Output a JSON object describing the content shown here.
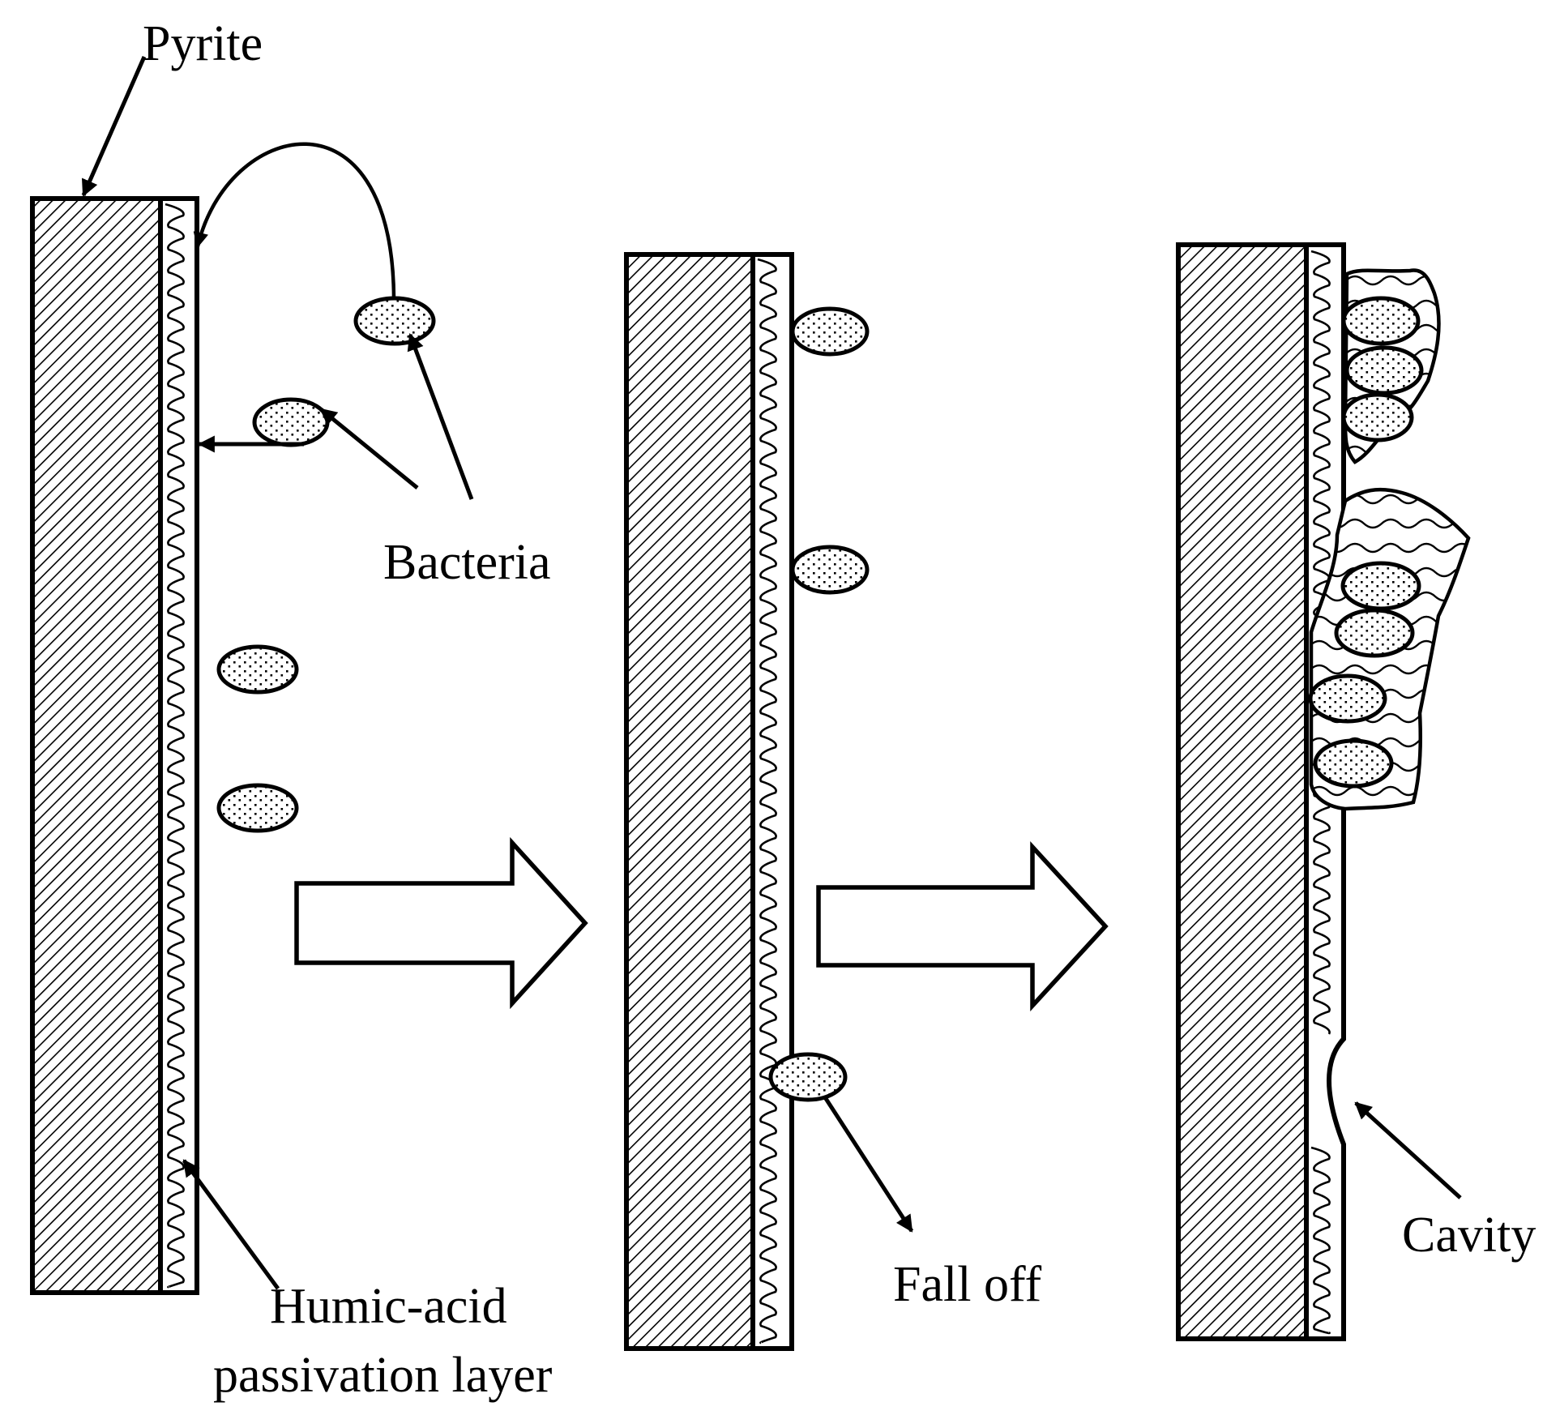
{
  "labels": {
    "pyrite": "Pyrite",
    "bacteria": "Bacteria",
    "humic_line1": "Humic-acid",
    "humic_line2": "passivation layer",
    "fall_off": "Fall off",
    "cavity": "Cavity"
  },
  "colors": {
    "ink": "#000000",
    "background": "#ffffff"
  }
}
